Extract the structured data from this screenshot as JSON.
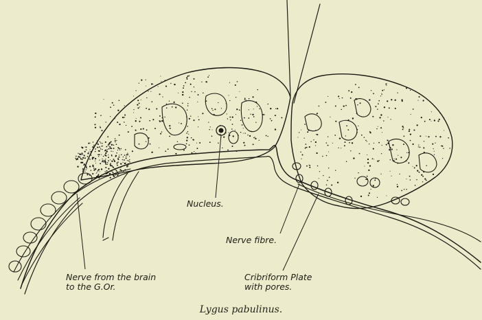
{
  "labels": {
    "nucleus": "Nucleus.",
    "nerve_fibre": "Nerve fibre.",
    "nerve_brain_line1": "Nerve from the brain",
    "nerve_brain_line2": "to the G.Or.",
    "cribriform_line1": "Cribriform Plate",
    "cribriform_line2": "with pores."
  },
  "caption": "Lygus pabulinus.",
  "colors": {
    "background": "#ecebcb",
    "ink": "#1e1b14"
  }
}
